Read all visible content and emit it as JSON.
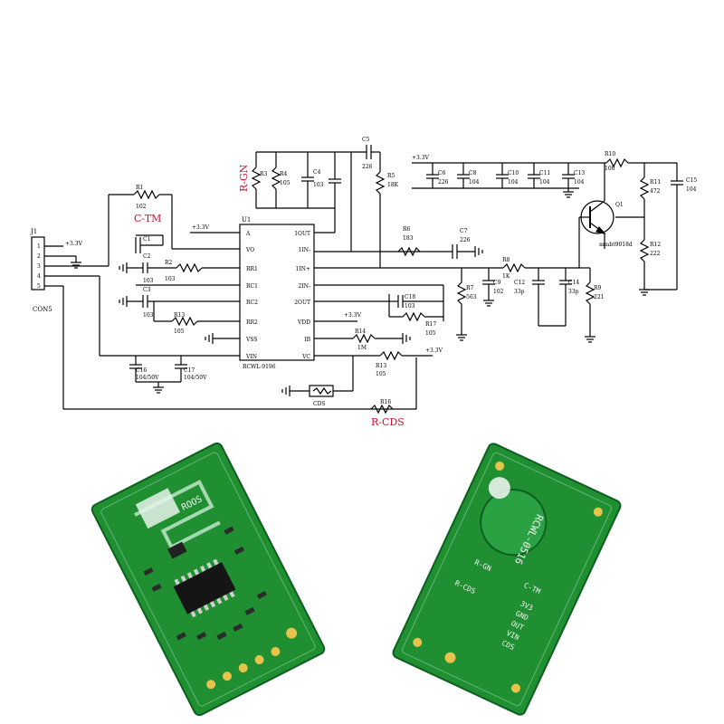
{
  "schematic": {
    "connector": {
      "ref": "J1",
      "name": "CON5",
      "supply": "+3.3V",
      "pins": [
        "1",
        "2",
        "3",
        "4",
        "5"
      ]
    },
    "ic": {
      "ref": "U1",
      "part": "RCWL-9196",
      "left_pins": [
        "A",
        "VO",
        "RR1",
        "RC1",
        "RC2",
        "RR2",
        "VSS",
        "VIN"
      ],
      "right_pins": [
        "1OUT",
        "1IN-",
        "1IN+",
        "2IN-",
        "2OUT",
        "VDD",
        "IB",
        "VC"
      ]
    },
    "red_labels": {
      "ctm": "C-TM",
      "rgn": "R-GN",
      "rcds": "R-CDS"
    },
    "components": {
      "r1": {
        "ref": "R1",
        "value": "102"
      },
      "r2": {
        "ref": "R2",
        "value": "103"
      },
      "r3": {
        "ref": "R3",
        "value": ""
      },
      "r4": {
        "ref": "R4",
        "value": "105"
      },
      "r5": {
        "ref": "R5",
        "value": "18K"
      },
      "r6": {
        "ref": "R6",
        "value": "183"
      },
      "r7": {
        "ref": "R7",
        "value": "563"
      },
      "r8": {
        "ref": "R8",
        "value": "1K"
      },
      "r9": {
        "ref": "R9",
        "value": "221"
      },
      "r10": {
        "ref": "R10",
        "value": "100"
      },
      "r11": {
        "ref": "R11",
        "value": "472"
      },
      "r12": {
        "ref": "R12",
        "value": "222"
      },
      "r13": {
        "ref": "R13",
        "value": "105"
      },
      "r13b": {
        "ref": "R13",
        "value": "105"
      },
      "r14": {
        "ref": "R14",
        "value": "1M"
      },
      "r16": {
        "ref": "R16",
        "value": ""
      },
      "r17": {
        "ref": "R17",
        "value": "105"
      },
      "c1": {
        "ref": "C1",
        "value": ""
      },
      "c2": {
        "ref": "C2",
        "value": "103"
      },
      "c3": {
        "ref": "C3",
        "value": "103"
      },
      "c4": {
        "ref": "C4",
        "value": "103"
      },
      "c5": {
        "ref": "C5",
        "value": "226"
      },
      "c6": {
        "ref": "C6",
        "value": "226"
      },
      "c7": {
        "ref": "C7",
        "value": "226"
      },
      "c8": {
        "ref": "C8",
        "value": "104"
      },
      "c9": {
        "ref": "C9",
        "value": "102"
      },
      "c10": {
        "ref": "C10",
        "value": "104"
      },
      "c11": {
        "ref": "C11",
        "value": "104"
      },
      "c12": {
        "ref": "C12",
        "value": "33p"
      },
      "c13": {
        "ref": "C13",
        "value": "104"
      },
      "c14": {
        "ref": "C14",
        "value": "33p"
      },
      "c15": {
        "ref": "C15",
        "value": "104"
      },
      "c16": {
        "ref": "C16",
        "value": "104/50V"
      },
      "c17": {
        "ref": "C17",
        "value": "104/50V"
      },
      "c18": {
        "ref": "C18",
        "value": "103"
      },
      "q1": {
        "ref": "Q1",
        "value": "mmbt9018d"
      },
      "cds": {
        "ref": "CDS"
      }
    },
    "supply_labels": {
      "u1_a": "+3.3V",
      "top_rail": "+3.3V",
      "vdd": "+3.3V",
      "vc": "+3.3V"
    }
  },
  "board_left": {
    "silk": "ROOS"
  },
  "board_right": {
    "model": "RCWL-0516",
    "pins": [
      "3V3",
      "GND",
      "OUT",
      "VIN",
      "CDS"
    ],
    "labels": {
      "cds": "C-TM",
      "rgn": "R-GN",
      "rcds": "R-CDS"
    }
  },
  "colors": {
    "pcb": "#1f8f32",
    "pcb_dark": "#0d5f1f",
    "ink": "#000000",
    "red": "#c8102e"
  }
}
